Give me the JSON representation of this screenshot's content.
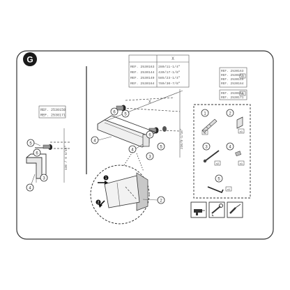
{
  "step_letter": "G",
  "left_ref_labels": [
    "REF. 2530158",
    "REF. 2530171"
  ],
  "left_dim": "130 / 6 5/16\"",
  "left_callouts": [
    "5",
    "6",
    "4",
    "3"
  ],
  "table": {
    "header": "X",
    "rows": [
      {
        "ref": "REF. 2530163",
        "x": "280/11-1/4\""
      },
      {
        "ref": "REF. 2530144",
        "x": "430/17-1/8\""
      },
      {
        "ref": "REF. 2530149",
        "x": "585/23-1/4\""
      },
      {
        "ref": "REF. 2530164",
        "x": "780/30-7/8\""
      }
    ]
  },
  "center_dim_x": "X",
  "center_dim_side": "230/9-1/16\"",
  "center_callouts": [
    "6",
    "5",
    "6",
    "4",
    "4",
    "3",
    "5"
  ],
  "detail_callouts": [
    "1",
    "2"
  ],
  "right_refs_top": [
    "REF. 2530163",
    "REF. 2530144",
    "REF. 2530149",
    "REF. 2530164"
  ],
  "right_refs_top_qty": "x2",
  "right_refs_bottom": [
    "REF. 2530158",
    "REF. 2530171"
  ],
  "right_refs_bottom_qty": "x1",
  "parts": [
    {
      "num": "1",
      "qty": "x2"
    },
    {
      "num": "2",
      "qty": "x1"
    },
    {
      "num": "3",
      "qty": "x2"
    },
    {
      "num": "4",
      "qty": "x1"
    },
    {
      "num": "5",
      "qty": "x1"
    }
  ],
  "tools": [
    "drill-icon",
    "wrench-icon",
    "screwdriver-icon"
  ]
}
